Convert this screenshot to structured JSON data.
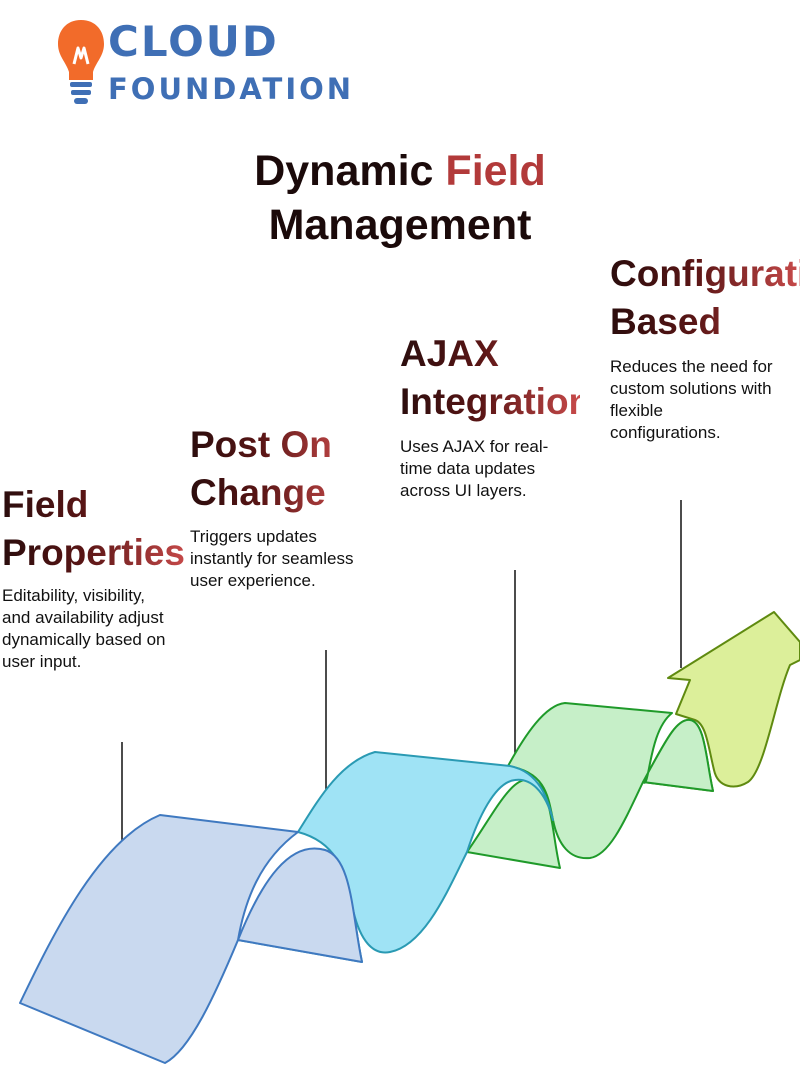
{
  "brand": {
    "line1": "CLOUD",
    "line2": "FOUNDATION",
    "color": "#3f6fb5",
    "accent": "#f26b2a"
  },
  "title": {
    "part1": "Dynamic ",
    "part2": "Field",
    "line2": "Management"
  },
  "steps": [
    {
      "title_a": "Field",
      "title_b": "Properties",
      "desc": [
        "Editability, visibility,",
        "and availability adjust",
        "dynamically based on",
        "user input."
      ],
      "color": "#c9d9ef"
    },
    {
      "title_a": "Post On",
      "title_b": "Change",
      "desc": [
        "Triggers updates",
        "instantly for seamless",
        "user experience."
      ],
      "color": "#9fe3f5"
    },
    {
      "title_a": "AJAX",
      "title_b": "Integration",
      "desc": [
        "Uses AJAX for real-",
        "time data updates",
        "across UI layers."
      ],
      "color": "#c6efc8"
    },
    {
      "title_a": "Configuration",
      "title_b": "Based",
      "desc": [
        "Reduces the need for",
        "custom solutions with",
        "flexible",
        "configurations."
      ],
      "color": "#dcef9a"
    }
  ]
}
